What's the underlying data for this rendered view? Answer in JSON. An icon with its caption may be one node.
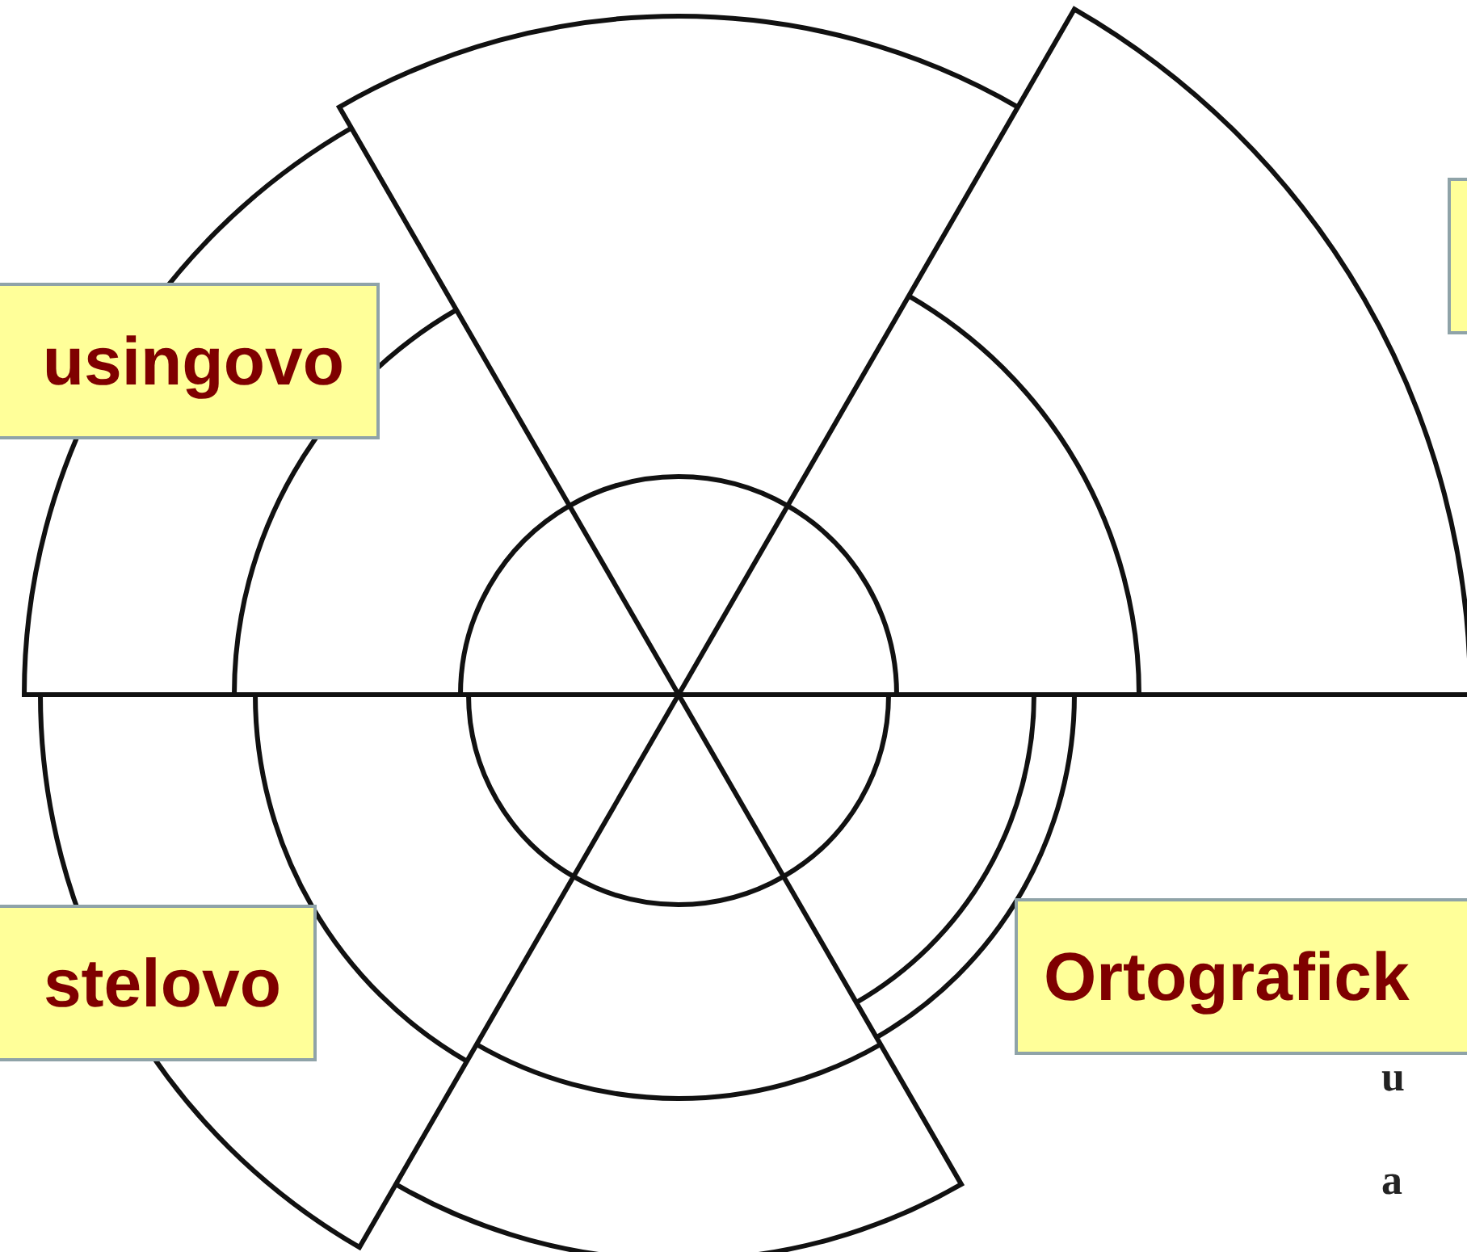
{
  "diagram": {
    "nodes": [
      {
        "text": [],
        "shape": "box"
      },
      {
        "text": [
          "usingovo"
        ]
      },
      {
        "text": [
          "stelovo"
        ]
      },
      {
        "text": [
          "Ortografick"
        ]
      }
    ],
    "labels": [
      "u",
      "a"
    ]
  }
}
